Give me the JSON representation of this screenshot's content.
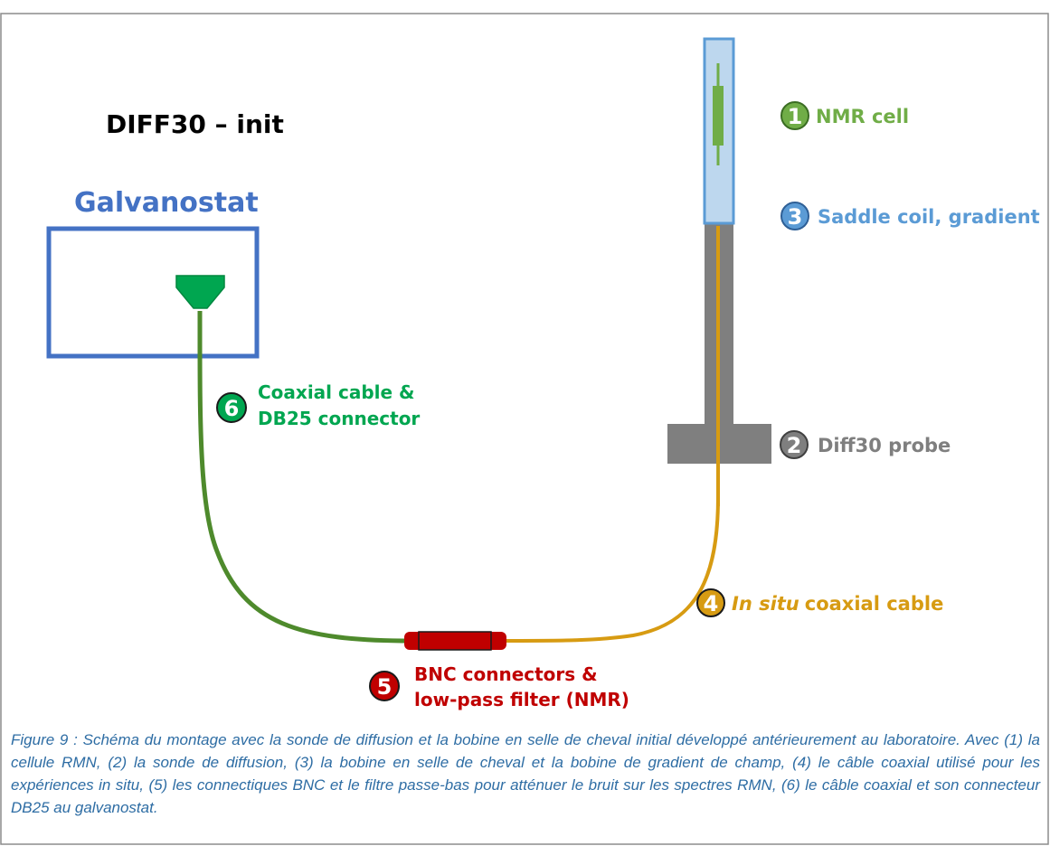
{
  "diagram": {
    "title": "DIFF30 – init",
    "galvanostat_label": "Galvanostat",
    "colors": {
      "blue": "#4472c4",
      "green": "#00a650",
      "dark_green": "#4e8a2c",
      "orange": "#d79b12",
      "red": "#c00000",
      "gray": "#7f7f7f",
      "light_blue": "#bdd7ee"
    },
    "items": [
      {
        "number": "1",
        "label": "NMR cell"
      },
      {
        "number": "3",
        "label": "Saddle coil, gradient"
      },
      {
        "number": "2",
        "label": "Diff30 probe"
      },
      {
        "number": "4",
        "label_italic": "In situ",
        "label": "coaxial cable"
      },
      {
        "number": "5",
        "label_line1": "BNC connectors &",
        "label_line2": "low-pass filter (NMR)"
      },
      {
        "number": "6",
        "label_line1": "Coaxial cable &",
        "label_line2": "DB25 connector"
      }
    ]
  },
  "caption": "Figure 9 : Schéma du montage avec la sonde de diffusion et la bobine en selle de cheval initial développé antérieurement au laboratoire. Avec (1) la cellule RMN, (2) la sonde de diffusion, (3) la bobine en selle de cheval et la bobine de gradient de champ, (4) le câble coaxial utilisé pour les expériences in situ, (5) les connectiques BNC et le filtre passe-bas pour atténuer le bruit sur les spectres RMN, (6) le câble coaxial et son connecteur DB25 au galvanostat."
}
